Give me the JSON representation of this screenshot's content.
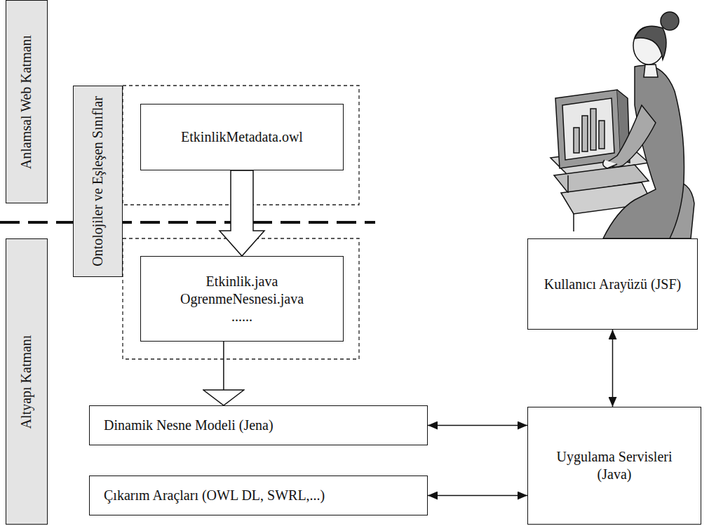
{
  "diagram": {
    "nodes": [
      {
        "text": [
          "Anlamsal Web Katmanı"
        ]
      },
      {
        "text": [
          "Ontolojiler ve Eşleşen Sınıflar"
        ]
      },
      {
        "text": [
          "EtkinlikMetadata.owl"
        ]
      },
      {
        "text": [
          "Altyapı Katmanı"
        ]
      },
      {
        "text": [
          "Etkinlik.java",
          "OgrenmeNesnesi.java",
          "......"
        ]
      },
      {
        "text": [
          "Kullanıcı Arayüzü (JSF)"
        ]
      },
      {
        "text": [
          "Dinamik Nesne Modeli (Jena)"
        ]
      },
      {
        "text": [
          "Uygulama Servisleri (Java)"
        ]
      },
      {
        "text": [
          "Çıkarım Araçları (OWL DL, SWRL,...)"
        ]
      }
    ],
    "edges": [
      {
        "from": 2,
        "to": 4,
        "arrow": "to"
      },
      {
        "from": 4,
        "to": 6,
        "arrow": "to"
      },
      {
        "from": 6,
        "to": 7,
        "arrow": "both"
      },
      {
        "from": 8,
        "to": 7,
        "arrow": "both"
      },
      {
        "from": 5,
        "to": 7,
        "arrow": "both"
      }
    ]
  }
}
